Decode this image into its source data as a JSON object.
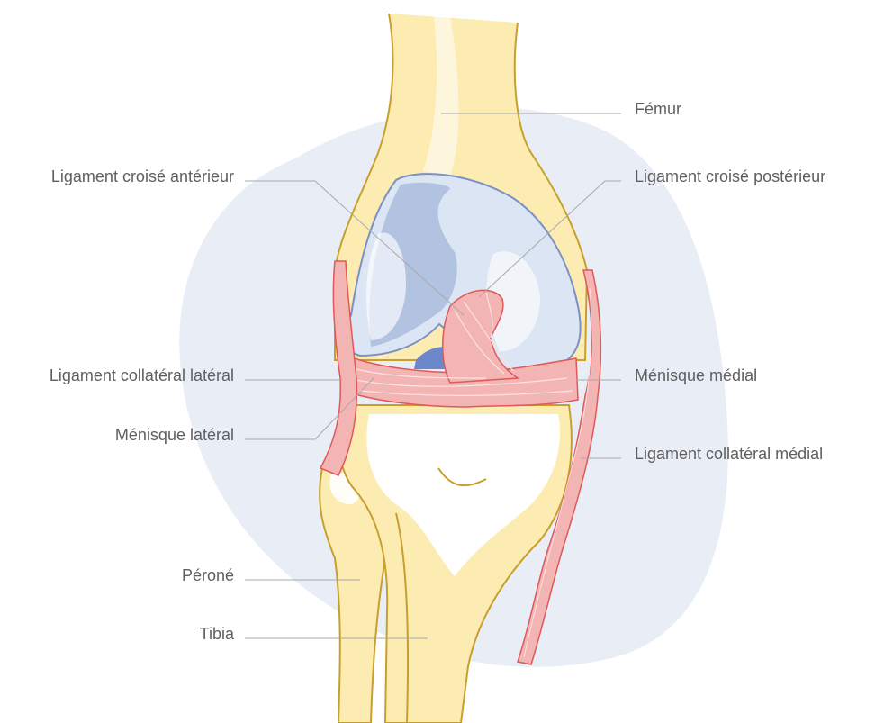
{
  "labels": {
    "femur": "Fémur",
    "acl": "Ligament croisé antérieur",
    "pcl": "Ligament croisé postérieur",
    "lcl": "Ligament collatéral latéral",
    "medial_meniscus": "Ménisque médial",
    "lateral_meniscus": "Ménisque latéral",
    "mcl": "Ligament collatéral médial",
    "fibula": "Péroné",
    "tibia": "Tibia"
  },
  "colors": {
    "background_blob": "#e9eef6",
    "bone_fill": "#fcecb2",
    "bone_outline": "#c89f2c",
    "cartilage_fill": "#dce5f3",
    "cartilage_dark": "#b2c3e2",
    "cartilage_outline": "#7b90c4",
    "ligament_fill": "#f3b4b4",
    "ligament_line": "#e05858",
    "ligament_fiber": "#fbe3e3",
    "joint_gap": "#6d87cc",
    "leader_line": "#a8a8a8",
    "label_text": "#5f5f5f"
  }
}
